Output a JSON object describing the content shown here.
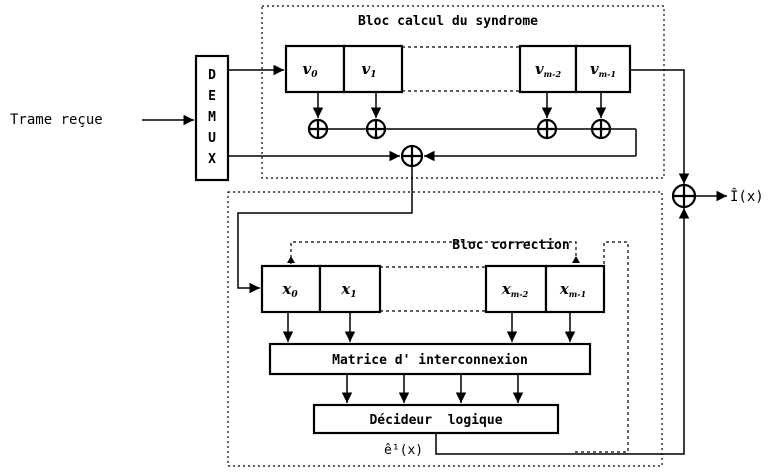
{
  "blocks": {
    "syndrome_title": "Bloc calcul du syndrome",
    "correction_title": "Bloc correction"
  },
  "input_label": "Trame reçue",
  "output_label": "Î(x)",
  "demux_letters": [
    "D",
    "E",
    "M",
    "U",
    "X"
  ],
  "syndrome_registers": [
    {
      "base": "v",
      "sub": "0"
    },
    {
      "base": "v",
      "sub": "1"
    },
    {
      "base": "v",
      "sub": "m-2"
    },
    {
      "base": "v",
      "sub": "m-1"
    }
  ],
  "correction_registers": [
    {
      "base": "x",
      "sub": "0"
    },
    {
      "base": "x",
      "sub": "1"
    },
    {
      "base": "x",
      "sub": "m-2"
    },
    {
      "base": "x",
      "sub": "m-1"
    }
  ],
  "matrix_label": "Matrice d' interconnexion",
  "decider_label": "Décideur  logique",
  "decider_output_label": "ê¹(x)"
}
